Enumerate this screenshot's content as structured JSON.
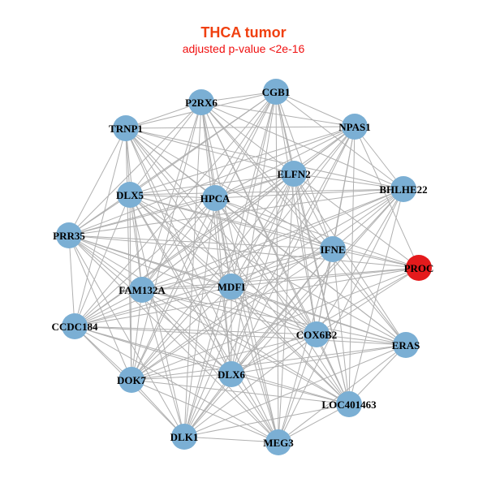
{
  "title": "THCA tumor",
  "subtitle": "adjusted p-value <2e-16",
  "colors": {
    "node": "#7bafd4",
    "highlight": "#e41a1c",
    "edge": "#b0b0b0"
  },
  "nodes": [
    {
      "name": "CGB1"
    },
    {
      "name": "P2RX6"
    },
    {
      "name": "NPAS1"
    },
    {
      "name": "TRNP1"
    },
    {
      "name": "BHLHE22"
    },
    {
      "name": "ELFN2"
    },
    {
      "name": "DLX5"
    },
    {
      "name": "HPCA"
    },
    {
      "name": "PRR35"
    },
    {
      "name": "IFNE"
    },
    {
      "name": "PROC",
      "highlight": true
    },
    {
      "name": "FAM132A"
    },
    {
      "name": "MDFI"
    },
    {
      "name": "CCDC184"
    },
    {
      "name": "COX6B2"
    },
    {
      "name": "ERAS"
    },
    {
      "name": "DOK7"
    },
    {
      "name": "DLX6"
    },
    {
      "name": "LOC401463"
    },
    {
      "name": "DLK1"
    },
    {
      "name": "MEG3"
    }
  ],
  "adjacency": [
    [
      1,
      2,
      3,
      4,
      5,
      6,
      7,
      8,
      9,
      11,
      12,
      13,
      14,
      16,
      17,
      18,
      19,
      20
    ],
    [
      2,
      3,
      4,
      5,
      6,
      7,
      8,
      9,
      11,
      12,
      14,
      15,
      16,
      17,
      18,
      19,
      20
    ],
    [
      3,
      4,
      5,
      6,
      7,
      8,
      9,
      10,
      11,
      12,
      13,
      14,
      16,
      17,
      18,
      19
    ],
    [
      4,
      5,
      6,
      7,
      8,
      9,
      11,
      12,
      13,
      14,
      15,
      16,
      17,
      18,
      20
    ],
    [
      5,
      6,
      7,
      8,
      9,
      11,
      12,
      13,
      14,
      16,
      17,
      18,
      19,
      20
    ],
    [
      6,
      7,
      8,
      9,
      10,
      11,
      12,
      13,
      14,
      15,
      16,
      17,
      18,
      19,
      20
    ],
    [
      7,
      8,
      9,
      10,
      11,
      12,
      13,
      14,
      15,
      16,
      17,
      18,
      19,
      20
    ],
    [
      8,
      9,
      10,
      11,
      12,
      13,
      14,
      15,
      16,
      17,
      18,
      19,
      20
    ],
    [
      9,
      10,
      11,
      12,
      13,
      14,
      15,
      16,
      17,
      18,
      19,
      20
    ],
    [
      10,
      11,
      12,
      13,
      14,
      15,
      16,
      17,
      18,
      19,
      20
    ],
    [
      11,
      12,
      13,
      14,
      16,
      17
    ],
    [
      12,
      13,
      14,
      15,
      16,
      17,
      18,
      19,
      20
    ],
    [
      13,
      14,
      15,
      16,
      17,
      18,
      19,
      20
    ],
    [
      14,
      15,
      16,
      17,
      18,
      19,
      20
    ],
    [
      15,
      16,
      17,
      18,
      19,
      20
    ],
    [
      16,
      17,
      18,
      19,
      20
    ],
    [
      17,
      18,
      19,
      20
    ],
    [
      18,
      19,
      20
    ],
    [
      19,
      20
    ],
    [
      20
    ],
    []
  ]
}
